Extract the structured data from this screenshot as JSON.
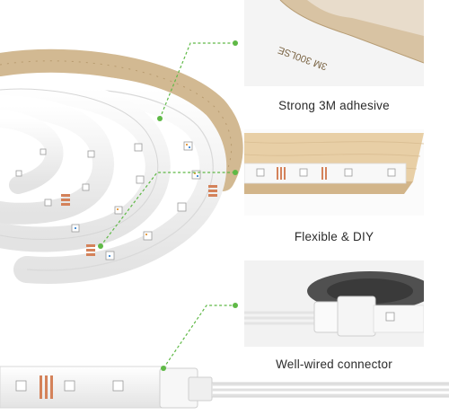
{
  "features": [
    {
      "id": "adhesive",
      "caption": "Strong 3M adhesive",
      "tape_text": "3M 300LSE"
    },
    {
      "id": "flexible",
      "caption": "Flexible & DIY"
    },
    {
      "id": "connector",
      "caption": "Well-wired connector"
    }
  ],
  "colors": {
    "callout": "#5fb946",
    "strip": "#f4f4f4",
    "backing": "#d8c3a3",
    "wood": "#e8cfa6"
  }
}
